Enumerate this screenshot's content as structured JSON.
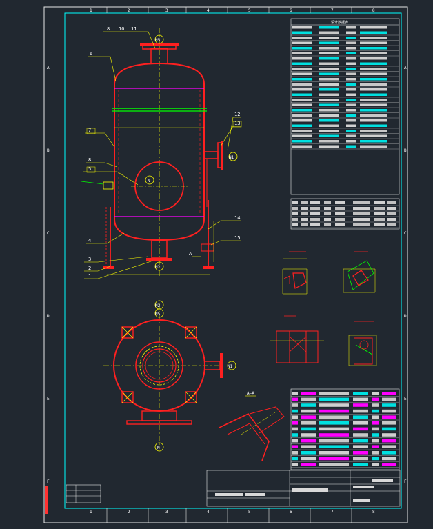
{
  "colors": {
    "background": "#212830",
    "border": "#e8e8e8",
    "frame": "#00ffff",
    "vessel": "#ff2020",
    "centerline": "#ffff00",
    "magenta": "#ff00ff",
    "green": "#00ff00",
    "text_white": "#ffffff"
  },
  "frame": {
    "col_labels": [
      "1",
      "2",
      "3",
      "4",
      "5",
      "6",
      "7",
      "8"
    ],
    "row_labels": [
      "A",
      "B",
      "C",
      "D",
      "E",
      "F"
    ]
  },
  "nozzles": {
    "n5": "N5",
    "n1": "N1",
    "n2": "N2",
    "n": "N"
  },
  "balloons": [
    "8",
    "10",
    "11",
    "6",
    "7",
    "8",
    "5",
    "4",
    "3",
    "2",
    "1",
    "12",
    "13",
    "14",
    "15"
  ],
  "section_label": "A",
  "section_view": {
    "title": "A—A"
  },
  "right_panel": {
    "title": "设计数据表"
  }
}
